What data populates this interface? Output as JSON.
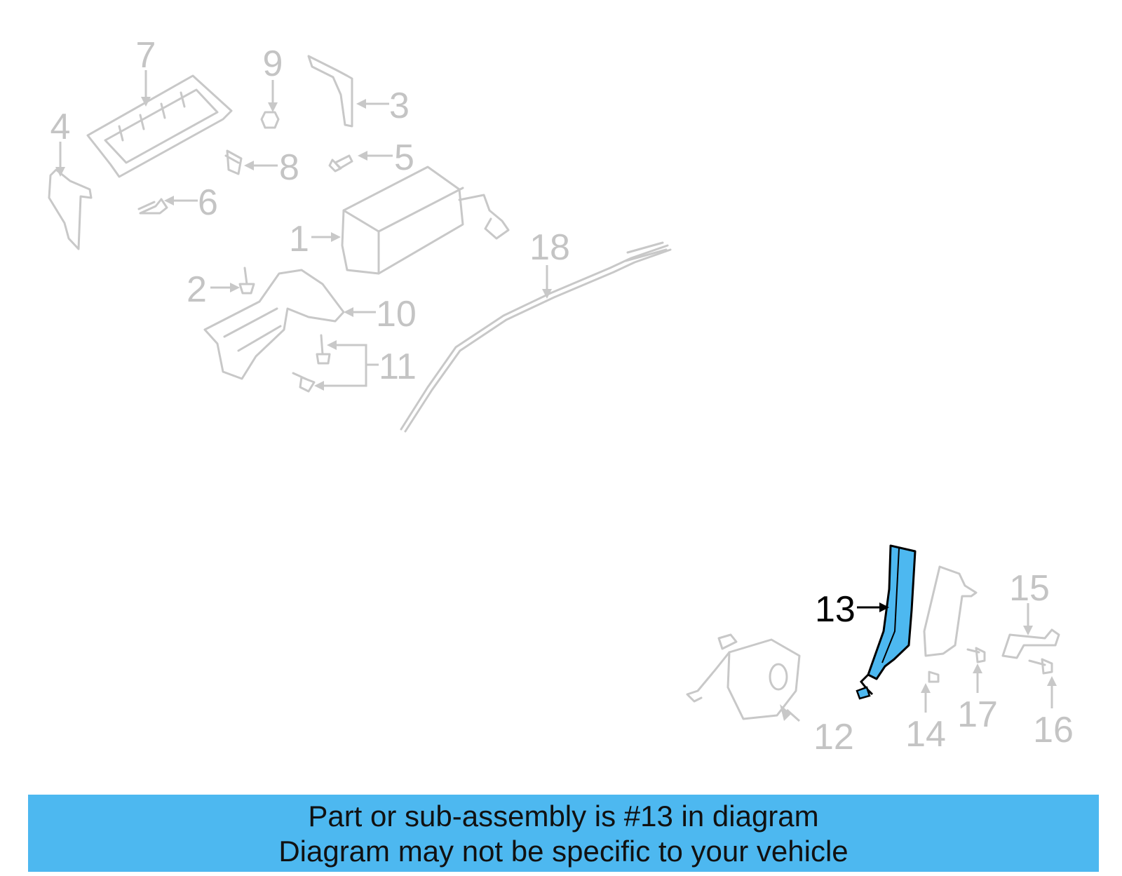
{
  "callouts": {
    "c1": "1",
    "c2": "2",
    "c3": "3",
    "c4": "4",
    "c5": "5",
    "c6": "6",
    "c7": "7",
    "c8": "8",
    "c9": "9",
    "c10": "10",
    "c11": "11",
    "c12": "12",
    "c13": "13",
    "c14": "14",
    "c15": "15",
    "c16": "16",
    "c17": "17",
    "c18": "18"
  },
  "highlight_part": "13",
  "colors": {
    "highlight": "#4db8f0",
    "part_stroke": "#c8c8c8",
    "banner": "#4db8f0"
  },
  "banner": {
    "line1": "Part or sub-assembly is #13 in diagram",
    "line2": "Diagram may not be specific to your vehicle"
  }
}
